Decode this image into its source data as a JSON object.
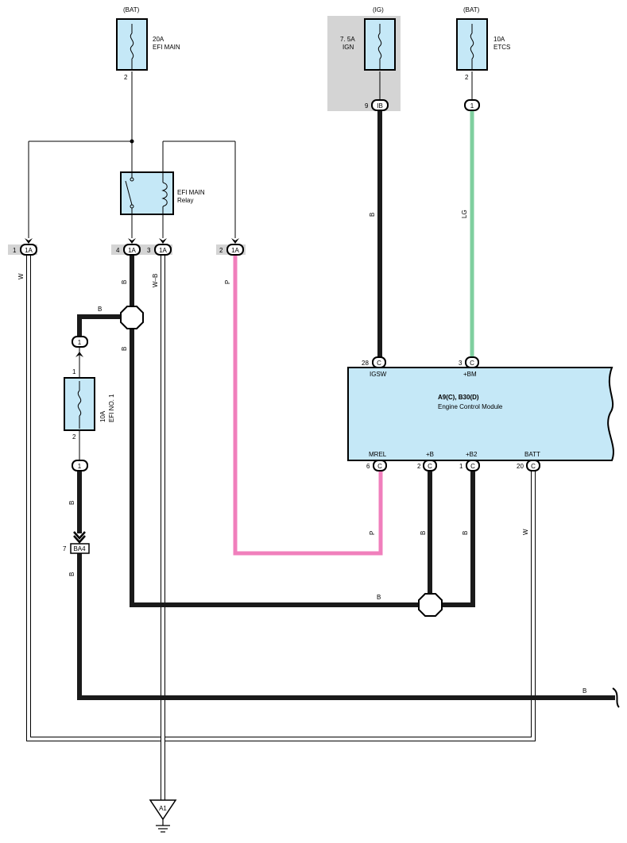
{
  "fuses": {
    "efi_main": {
      "source": "(BAT)",
      "rating": "20A",
      "name": "EFI MAIN",
      "pin": "2"
    },
    "ign": {
      "source": "(IG)",
      "rating": "7. 5A",
      "name": "IGN",
      "pin": "9",
      "connector": "IB"
    },
    "etcs": {
      "source": "(BAT)",
      "rating": "10A",
      "name": "ETCS",
      "pin": "2",
      "connector": "1"
    },
    "efi_no1": {
      "rating": "10A",
      "name": "EFI NO. 1",
      "pin_top": "1",
      "pin_bottom": "2"
    }
  },
  "relay": {
    "name": "EFI MAIN",
    "sub": "Relay"
  },
  "connectors_1a": [
    {
      "pin": "1",
      "label": "1A"
    },
    {
      "pin": "4",
      "label": "1A"
    },
    {
      "pin": "3",
      "label": "1A"
    },
    {
      "pin": "2",
      "label": "1A"
    }
  ],
  "junctions": {
    "j1_top": "1",
    "j1_bottom": "1",
    "ba4_pin": "7",
    "ba4_label": "BA4"
  },
  "ecm": {
    "title": "A9(C), B30(D)",
    "name": "Engine Control Module",
    "pins_top": [
      {
        "pin": "28",
        "conn": "C",
        "name": "IGSW"
      },
      {
        "pin": "3",
        "conn": "C",
        "name": "+BM"
      }
    ],
    "pins_bottom": [
      {
        "pin": "6",
        "conn": "C",
        "name": "MREL"
      },
      {
        "pin": "2",
        "conn": "C",
        "name": "+B"
      },
      {
        "pin": "1",
        "conn": "C",
        "name": "+B2"
      },
      {
        "pin": "20",
        "conn": "C",
        "name": "BATT"
      }
    ]
  },
  "wires": {
    "w1": "W",
    "b_relay": "B",
    "wb": "W–B",
    "p_left": "P",
    "b_branch": "B",
    "b_down": "B",
    "ig_b": "B",
    "lg": "LG",
    "b_fuse": "B",
    "b_ba4": "B",
    "p_ecm": "P",
    "b_pb": "B",
    "b_pb2": "B",
    "w_batt": "W",
    "b_bottom": "B",
    "b_far": "B"
  },
  "ground": {
    "label": "A1"
  },
  "colors": {
    "black_wire": "#1a1a1a",
    "pink_wire": "#f07fbc",
    "green_wire": "#7fcf9f",
    "component_fill": "#c5e8f7",
    "shade": "#d4d4d4"
  }
}
